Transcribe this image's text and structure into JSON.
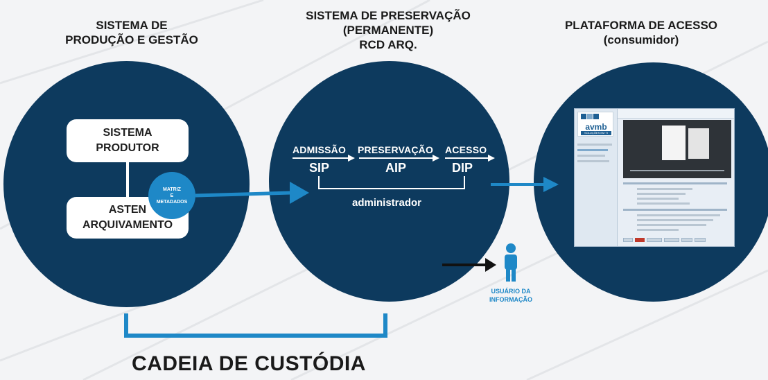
{
  "columns": {
    "producao": {
      "lines": [
        "SISTEMA DE",
        "PRODUÇÃO E GESTÃO"
      ]
    },
    "preservacao": {
      "lines": [
        "SISTEMA DE PRESERVAÇÃO",
        "(PERMANENTE)",
        "RCD ARQ."
      ]
    },
    "acesso": {
      "lines": [
        "PLATAFORMA DE ACESSO",
        "(consumidor)"
      ]
    }
  },
  "producao": {
    "box1": [
      "SISTEMA",
      "PRODUTOR"
    ],
    "box2": [
      "ASTEN",
      "ARQUIVAMENTO"
    ],
    "badge": [
      "MATRIZ",
      "E",
      "METADADOS"
    ]
  },
  "preservacao": {
    "stages": [
      {
        "label": "ADMISSÃO",
        "code": "SIP"
      },
      {
        "label": "PRESERVAÇÃO",
        "code": "AIP"
      },
      {
        "label": "ACESSO",
        "code": "DIP"
      }
    ],
    "admin": "administrador"
  },
  "acesso": {
    "logo": "avmb",
    "logo_sub": "SOLUÇÕES EM TI"
  },
  "user": {
    "lines": [
      "USUÁRIO DA",
      "INFORMAÇÃO"
    ]
  },
  "footer": "CADEIA DE CUSTÓDIA",
  "colors": {
    "circle": "#0d3a5e",
    "accent": "#1e88c7",
    "background": "#f3f4f6"
  }
}
